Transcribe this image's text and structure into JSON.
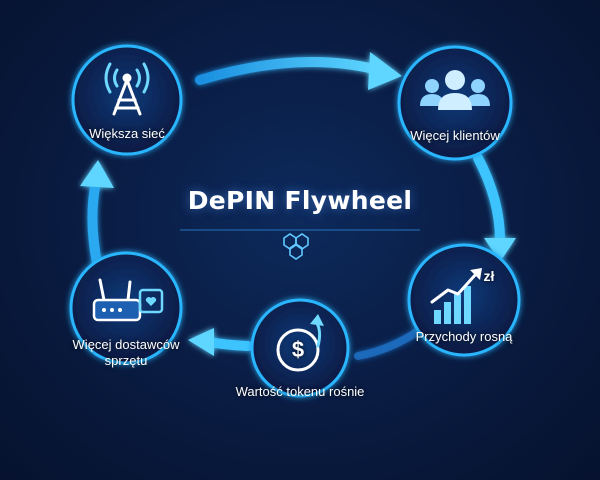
{
  "diagram": {
    "title": "DePIN Flywheel",
    "nodes": [
      {
        "id": "network",
        "label": "Większa sieć",
        "icon": "cell-tower-icon"
      },
      {
        "id": "customers",
        "label": "Więcej klientów",
        "icon": "users-group-icon"
      },
      {
        "id": "revenue",
        "label": "Przychody rosną",
        "icon": "growth-chart-icon",
        "currency_symbol": "zł"
      },
      {
        "id": "token",
        "label": "Wartość tokenu rośnie",
        "icon": "dollar-coin-up-icon",
        "coin_symbol": "$"
      },
      {
        "id": "suppliers",
        "label_line1": "Więcej dostawców",
        "label_line2": "sprzętu",
        "icon": "router-hardware-icon"
      }
    ],
    "colors": {
      "accent": "#29b6ff",
      "arrow_light": "#6fd8ff",
      "circle_fill": "#0b2456",
      "background": "#0a1d45"
    }
  }
}
